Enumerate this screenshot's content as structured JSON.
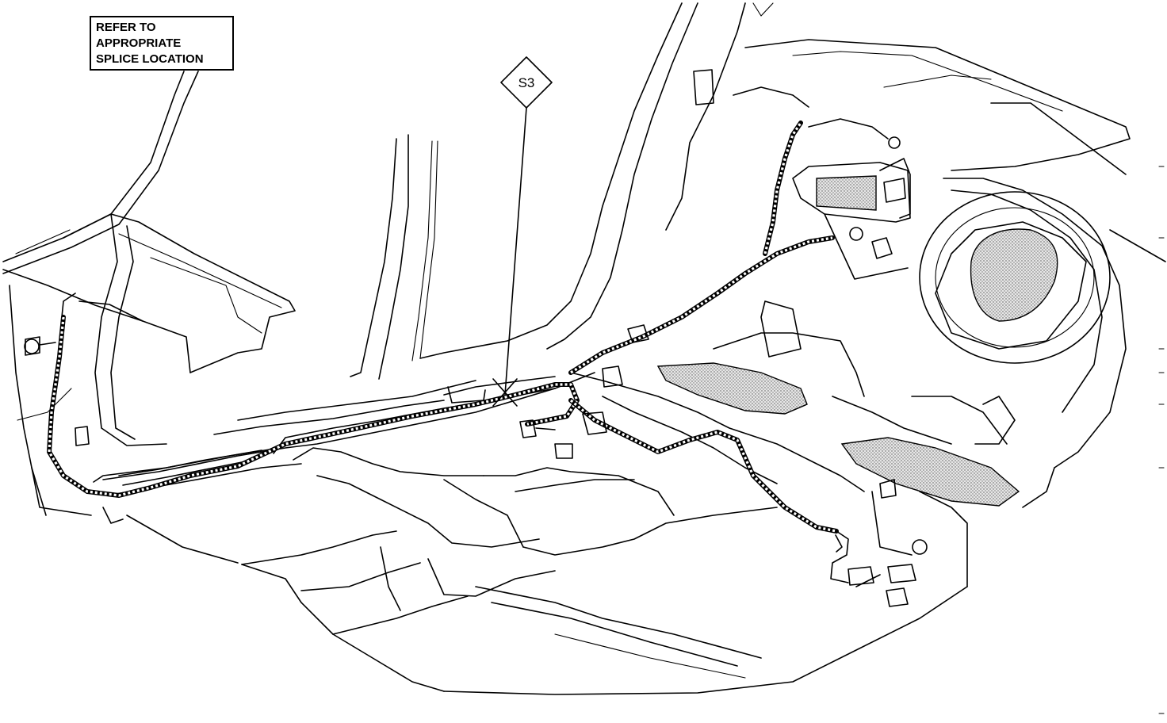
{
  "callout": {
    "lines": [
      "REFER TO",
      "APPROPRIATE",
      "SPLICE LOCATION"
    ]
  },
  "splice": {
    "label": "S3"
  }
}
